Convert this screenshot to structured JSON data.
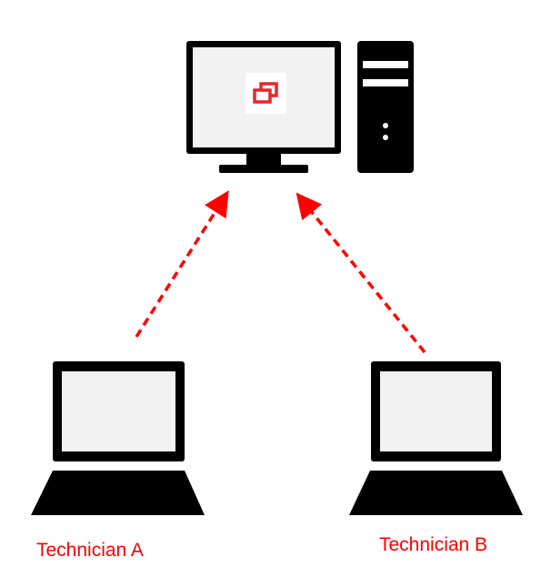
{
  "labels": {
    "technician_a": "Technician A",
    "technician_b": "Technician B"
  },
  "icons": {
    "server": "desktop-computer-icon",
    "tower": "pc-tower-icon",
    "app": "remote-desktop-app-icon",
    "laptop_a": "laptop-icon",
    "laptop_b": "laptop-icon",
    "connection": "dashed-arrow"
  },
  "colors": {
    "device": "#000000",
    "screen": "#f2f2f2",
    "accent": "#e8262d",
    "arrow": "#ff0000",
    "label": "#ff0000"
  }
}
